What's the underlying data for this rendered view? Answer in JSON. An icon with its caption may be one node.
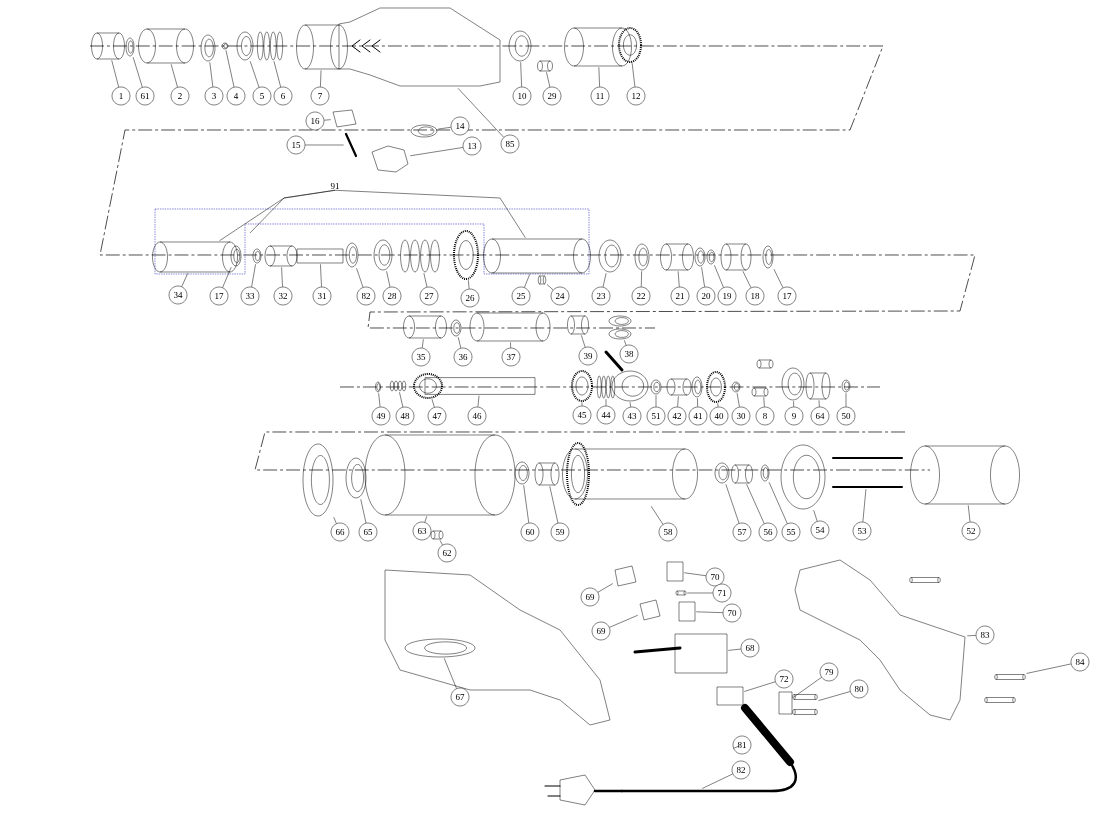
{
  "diagram": {
    "nodes": [
      {
        "text": [
          "1"
        ]
      },
      {
        "text": [
          "61"
        ]
      },
      {
        "text": [
          "2"
        ]
      },
      {
        "text": [
          "3"
        ]
      },
      {
        "text": [
          "4"
        ]
      },
      {
        "text": [
          "5"
        ]
      },
      {
        "text": [
          "6"
        ]
      },
      {
        "text": [
          "7"
        ]
      },
      {
        "text": [
          "10"
        ]
      },
      {
        "text": [
          "29"
        ]
      },
      {
        "text": [
          "11"
        ]
      },
      {
        "text": [
          "12"
        ]
      },
      {
        "text": [
          "16"
        ]
      },
      {
        "text": [
          "14"
        ]
      },
      {
        "text": [
          "15"
        ]
      },
      {
        "text": [
          "85"
        ]
      },
      {
        "text": [
          "13"
        ]
      },
      {
        "text": [
          "91"
        ]
      },
      {
        "text": [
          "34"
        ]
      },
      {
        "text": [
          "17"
        ]
      },
      {
        "text": [
          "33"
        ]
      },
      {
        "text": [
          "32"
        ]
      },
      {
        "text": [
          "31"
        ]
      },
      {
        "text": [
          "82"
        ]
      },
      {
        "text": [
          "28"
        ]
      },
      {
        "text": [
          "27"
        ]
      },
      {
        "text": [
          "26"
        ]
      },
      {
        "text": [
          "25"
        ]
      },
      {
        "text": [
          "24"
        ]
      },
      {
        "text": [
          "23"
        ]
      },
      {
        "text": [
          "22"
        ]
      },
      {
        "text": [
          "21"
        ]
      },
      {
        "text": [
          "20"
        ]
      },
      {
        "text": [
          "19"
        ]
      },
      {
        "text": [
          "18"
        ]
      },
      {
        "text": [
          "17"
        ]
      },
      {
        "text": [
          "35"
        ]
      },
      {
        "text": [
          "36"
        ]
      },
      {
        "text": [
          "37"
        ]
      },
      {
        "text": [
          "39"
        ]
      },
      {
        "text": [
          "38"
        ]
      },
      {
        "text": [
          "49"
        ]
      },
      {
        "text": [
          "48"
        ]
      },
      {
        "text": [
          "47"
        ]
      },
      {
        "text": [
          "46"
        ]
      },
      {
        "text": [
          "45"
        ]
      },
      {
        "text": [
          "44"
        ]
      },
      {
        "text": [
          "43"
        ]
      },
      {
        "text": [
          "51"
        ]
      },
      {
        "text": [
          "42"
        ]
      },
      {
        "text": [
          "41"
        ]
      },
      {
        "text": [
          "40"
        ]
      },
      {
        "text": [
          "30"
        ]
      },
      {
        "text": [
          "8"
        ]
      },
      {
        "text": [
          "9"
        ]
      },
      {
        "text": [
          "64"
        ]
      },
      {
        "text": [
          "50"
        ]
      },
      {
        "text": [
          "66"
        ]
      },
      {
        "text": [
          "65"
        ]
      },
      {
        "text": [
          "63"
        ]
      },
      {
        "text": [
          "62"
        ]
      },
      {
        "text": [
          "60"
        ]
      },
      {
        "text": [
          "59"
        ]
      },
      {
        "text": [
          "58"
        ]
      },
      {
        "text": [
          "57"
        ]
      },
      {
        "text": [
          "56"
        ]
      },
      {
        "text": [
          "55"
        ]
      },
      {
        "text": [
          "54"
        ]
      },
      {
        "text": [
          "53"
        ]
      },
      {
        "text": [
          "52"
        ]
      },
      {
        "text": [
          "70"
        ]
      },
      {
        "text": [
          "69"
        ]
      },
      {
        "text": [
          "71"
        ]
      },
      {
        "text": [
          "70"
        ]
      },
      {
        "text": [
          "69"
        ]
      },
      {
        "text": [
          "68"
        ]
      },
      {
        "text": [
          "67"
        ]
      },
      {
        "text": [
          "83"
        ]
      },
      {
        "text": [
          "84"
        ]
      },
      {
        "text": [
          "72"
        ]
      },
      {
        "text": [
          "79"
        ]
      },
      {
        "text": [
          "80"
        ]
      },
      {
        "text": [
          "81"
        ]
      },
      {
        "text": [
          "82"
        ]
      },
      {
        "text": [],
        "shape": "picture"
      },
      {
        "text": [],
        "shape": "picture"
      },
      {
        "text": [],
        "shape": "picture"
      },
      {
        "text": [],
        "shape": "picture"
      },
      {
        "text": [],
        "shape": "picture"
      },
      {
        "text": [],
        "shape": "picture"
      },
      {
        "text": [],
        "shape": "picture"
      },
      {
        "text": [],
        "shape": "picture"
      },
      {
        "text": [],
        "shape": "picture"
      },
      {
        "text": [],
        "shape": "picture"
      },
      {
        "text": [],
        "shape": "picture"
      },
      {
        "text": [],
        "shape": "picture"
      },
      {
        "text": [],
        "shape": "picture"
      },
      {
        "text": [],
        "shape": "picture"
      },
      {
        "text": [],
        "shape": "picture"
      },
      {
        "text": [],
        "shape": "picture"
      },
      {
        "text": [],
        "shape": "picture"
      },
      {
        "text": [],
        "shape": "picture"
      },
      {
        "text": [],
        "shape": "picture"
      },
      {
        "text": [],
        "shape": "picture"
      },
      {
        "text": [],
        "shape": "box"
      },
      {
        "text": [],
        "shape": "picture"
      },
      {
        "text": [],
        "shape": "picture"
      },
      {
        "text": [],
        "shape": "picture"
      },
      {
        "text": [],
        "shape": "picture"
      },
      {
        "text": [],
        "shape": "picture"
      },
      {
        "text": [],
        "shape": "picture"
      },
      {
        "text": [],
        "shape": "picture"
      },
      {
        "text": [],
        "shape": "picture"
      },
      {
        "text": [],
        "shape": "picture"
      },
      {
        "text": [],
        "shape": "picture"
      },
      {
        "text": [],
        "shape": "picture"
      },
      {
        "text": [],
        "shape": "picture"
      },
      {
        "text": [],
        "shape": "picture"
      },
      {
        "text": [],
        "shape": "picture"
      },
      {
        "text": [],
        "shape": "picture"
      },
      {
        "text": [],
        "shape": "picture"
      },
      {
        "text": [],
        "shape": "picture"
      },
      {
        "text": [],
        "shape": "picture"
      },
      {
        "text": [],
        "shape": "picture"
      },
      {
        "text": [],
        "shape": "picture"
      },
      {
        "text": [],
        "shape": "picture"
      },
      {
        "text": [],
        "shape": "box"
      },
      {
        "text": [],
        "shape": "picture"
      },
      {
        "text": [],
        "shape": "picture"
      },
      {
        "text": [],
        "shape": "picture"
      },
      {
        "text": [],
        "shape": "picture"
      },
      {
        "text": [],
        "shape": "picture"
      },
      {
        "text": [],
        "shape": "picture"
      },
      {
        "text": [],
        "shape": "picture"
      },
      {
        "text": [],
        "shape": "picture"
      },
      {
        "text": [],
        "shape": "picture"
      },
      {
        "text": [],
        "shape": "picture"
      },
      {
        "text": [],
        "shape": "picture"
      },
      {
        "text": [],
        "shape": "picture"
      },
      {
        "text": [],
        "shape": "picture"
      },
      {
        "text": [],
        "shape": "picture"
      },
      {
        "text": [],
        "shape": "picture"
      },
      {
        "text": [],
        "shape": "picture"
      },
      {
        "text": [],
        "shape": "picture"
      },
      {
        "text": [],
        "shape": "picture"
      },
      {
        "text": [],
        "shape": "picture"
      },
      {
        "text": [],
        "shape": "picture"
      },
      {
        "text": [],
        "shape": "picture"
      },
      {
        "text": [],
        "shape": "picture"
      },
      {
        "text": [],
        "shape": "picture"
      },
      {
        "text": [],
        "shape": "picture"
      },
      {
        "text": [],
        "shape": "picture"
      },
      {
        "text": [],
        "shape": "box"
      },
      {
        "text": [],
        "shape": "picture"
      },
      {
        "text": [],
        "shape": "picture"
      },
      {
        "text": [],
        "shape": "box"
      },
      {
        "text": [],
        "shape": "picture"
      },
      {
        "text": [],
        "shape": "box"
      },
      {
        "text": [],
        "shape": "picture"
      },
      {
        "text": [],
        "shape": "picture"
      },
      {
        "text": [],
        "shape": "picture"
      },
      {
        "text": [],
        "shape": "box"
      },
      {
        "text": [],
        "shape": "box"
      },
      {
        "text": [],
        "shape": "picture"
      },
      {
        "text": [],
        "shape": "picture"
      },
      {
        "text": [],
        "shape": "picture"
      },
      {
        "text": [],
        "shape": "picture"
      }
    ],
    "edges": [
      {
        "from": 0,
        "to": 84,
        "arrow": "none"
      },
      {
        "from": 1,
        "to": 85,
        "arrow": "none"
      },
      {
        "from": 2,
        "to": 86,
        "arrow": "none"
      },
      {
        "from": 3,
        "to": 87,
        "arrow": "none"
      },
      {
        "from": 4,
        "to": 88,
        "arrow": "none"
      },
      {
        "from": 5,
        "to": 89,
        "arrow": "none"
      },
      {
        "from": 6,
        "to": 90,
        "arrow": "none"
      },
      {
        "from": 7,
        "to": 91,
        "arrow": "none"
      },
      {
        "from": 8,
        "to": 92,
        "arrow": "none"
      },
      {
        "from": 9,
        "to": 93,
        "arrow": "none"
      },
      {
        "from": 10,
        "to": 94,
        "arrow": "none"
      },
      {
        "from": 11,
        "to": 95,
        "arrow": "none"
      },
      {
        "from": 12,
        "to": 96,
        "arrow": "none"
      },
      {
        "from": 13,
        "to": 97,
        "arrow": "none"
      },
      {
        "from": 14,
        "to": 98,
        "arrow": "none"
      },
      {
        "from": 15,
        "to": 166,
        "arrow": "none"
      },
      {
        "from": 16,
        "to": 99,
        "arrow": "none"
      },
      {
        "from": 17,
        "to": 100,
        "arrow": "none"
      },
      {
        "from": 17,
        "to": null,
        "arrow": "none"
      },
      {
        "from": 17,
        "to": 109,
        "arrow": "none"
      },
      {
        "from": 18,
        "to": 100,
        "arrow": "none"
      },
      {
        "from": 19,
        "to": 101,
        "arrow": "none"
      },
      {
        "from": 20,
        "to": 102,
        "arrow": "none"
      },
      {
        "from": 21,
        "to": 103,
        "arrow": "none"
      },
      {
        "from": 22,
        "to": 104,
        "arrow": "none"
      },
      {
        "from": 23,
        "to": 105,
        "arrow": "none"
      },
      {
        "from": 24,
        "to": 106,
        "arrow": "none"
      },
      {
        "from": 25,
        "to": 107,
        "arrow": "none"
      },
      {
        "from": 26,
        "to": 108,
        "arrow": "none"
      },
      {
        "from": 27,
        "to": 109,
        "arrow": "none"
      },
      {
        "from": 28,
        "to": 110,
        "arrow": "none"
      },
      {
        "from": 29,
        "to": 111,
        "arrow": "none"
      },
      {
        "from": 30,
        "to": 112,
        "arrow": "none"
      },
      {
        "from": 31,
        "to": 113,
        "arrow": "none"
      },
      {
        "from": 32,
        "to": 114,
        "arrow": "none"
      },
      {
        "from": 33,
        "to": 115,
        "arrow": "none"
      },
      {
        "from": 34,
        "to": 116,
        "arrow": "none"
      },
      {
        "from": 35,
        "to": 117,
        "arrow": "none"
      },
      {
        "from": 36,
        "to": 118,
        "arrow": "none"
      },
      {
        "from": 37,
        "to": 119,
        "arrow": "none"
      },
      {
        "from": 38,
        "to": 120,
        "arrow": "none"
      },
      {
        "from": 39,
        "to": 121,
        "arrow": "none"
      },
      {
        "from": 40,
        "to": 122,
        "arrow": "none"
      },
      {
        "from": 41,
        "to": 123,
        "arrow": "none"
      },
      {
        "from": 42,
        "to": 124,
        "arrow": "none"
      },
      {
        "from": 43,
        "to": 125,
        "arrow": "none"
      },
      {
        "from": 44,
        "to": 126,
        "arrow": "none"
      },
      {
        "from": 45,
        "to": 127,
        "arrow": "none"
      },
      {
        "from": 46,
        "to": 128,
        "arrow": "none"
      },
      {
        "from": 47,
        "to": 129,
        "arrow": "none"
      },
      {
        "from": 48,
        "to": 130,
        "arrow": "none"
      },
      {
        "from": 49,
        "to": 131,
        "arrow": "none"
      },
      {
        "from": 50,
        "to": 132,
        "arrow": "none"
      },
      {
        "from": 51,
        "to": 133,
        "arrow": "none"
      },
      {
        "from": 52,
        "to": 134,
        "arrow": "none"
      },
      {
        "from": 53,
        "to": 135,
        "arrow": "none"
      },
      {
        "from": 54,
        "to": 136,
        "arrow": "none"
      },
      {
        "from": 55,
        "to": 137,
        "arrow": "none"
      },
      {
        "from": 56,
        "to": 138,
        "arrow": "none"
      },
      {
        "from": 57,
        "to": 139,
        "arrow": "none"
      },
      {
        "from": 58,
        "to": 140,
        "arrow": "none"
      },
      {
        "from": 59,
        "to": 141,
        "arrow": "none"
      },
      {
        "from": 60,
        "to": 142,
        "arrow": "none"
      },
      {
        "from": 61,
        "to": 143,
        "arrow": "none"
      },
      {
        "from": 62,
        "to": 144,
        "arrow": "none"
      },
      {
        "from": 63,
        "to": 145,
        "arrow": "none"
      },
      {
        "from": 64,
        "to": 146,
        "arrow": "none"
      },
      {
        "from": 65,
        "to": 147,
        "arrow": "none"
      },
      {
        "from": 66,
        "to": 148,
        "arrow": "none"
      },
      {
        "from": 67,
        "to": 149,
        "arrow": "none"
      },
      {
        "from": 68,
        "to": 150,
        "arrow": "none"
      },
      {
        "from": 69,
        "to": 151,
        "arrow": "none"
      },
      {
        "from": 70,
        "to": 152,
        "arrow": "none"
      },
      {
        "from": 71,
        "to": 153,
        "arrow": "none"
      },
      {
        "from": 72,
        "to": 154,
        "arrow": "none"
      },
      {
        "from": 73,
        "to": 155,
        "arrow": "none"
      },
      {
        "from": 74,
        "to": 156,
        "arrow": "none"
      },
      {
        "from": 75,
        "to": 157,
        "arrow": "none"
      },
      {
        "from": 76,
        "to": 158,
        "arrow": "none"
      },
      {
        "from": 77,
        "to": 159,
        "arrow": "none"
      },
      {
        "from": 78,
        "to": 160,
        "arrow": "none"
      },
      {
        "from": 79,
        "to": 161,
        "arrow": "none"
      },
      {
        "from": 80,
        "to": 162,
        "arrow": "none"
      },
      {
        "from": 81,
        "to": 163,
        "arrow": "none"
      },
      {
        "from": 82,
        "to": 164,
        "arrow": "none"
      },
      {
        "from": 83,
        "to": 165,
        "arrow": "none"
      }
    ]
  }
}
